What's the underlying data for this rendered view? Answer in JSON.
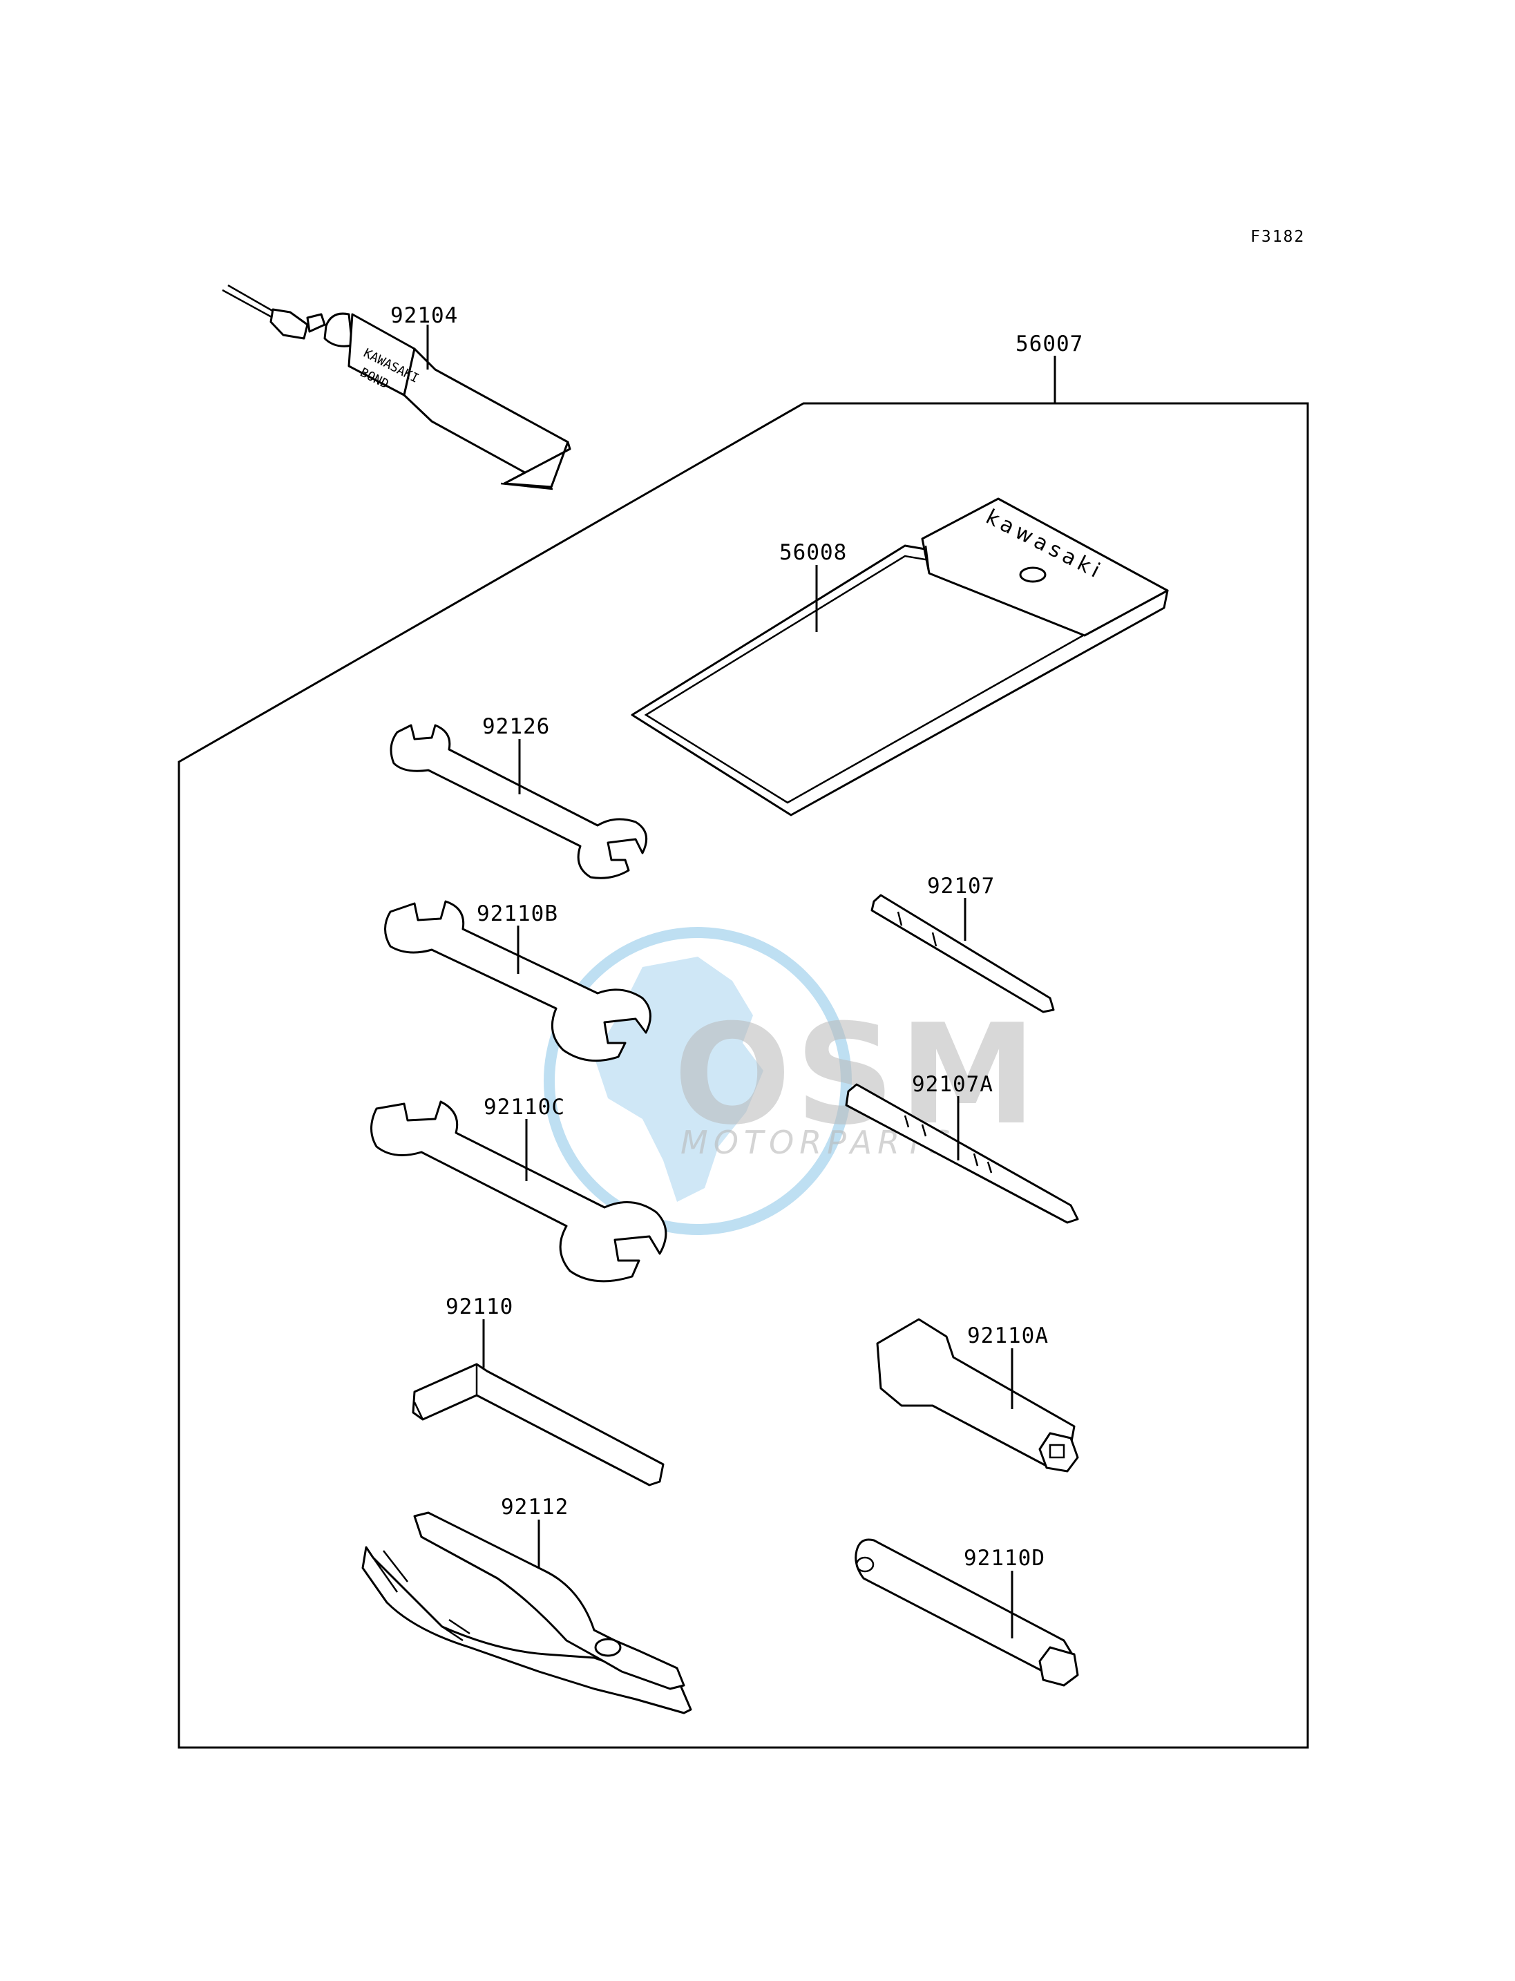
{
  "figure_code": "F3182",
  "parts": [
    {
      "id": "p92104",
      "number": "92104",
      "name": "bond-tube"
    },
    {
      "id": "p56007",
      "number": "56007",
      "name": "tool-kit"
    },
    {
      "id": "p56008",
      "number": "56008",
      "name": "tool-pouch"
    },
    {
      "id": "p92126",
      "number": "92126",
      "name": "open-end-wrench-small"
    },
    {
      "id": "p92110B",
      "number": "92110B",
      "name": "open-end-wrench-medium"
    },
    {
      "id": "p92110C",
      "number": "92110C",
      "name": "open-end-wrench-large"
    },
    {
      "id": "p92110",
      "number": "92110",
      "name": "hex-key"
    },
    {
      "id": "p92112",
      "number": "92112",
      "name": "pliers"
    },
    {
      "id": "p92107",
      "number": "92107",
      "name": "screwdriver-bit"
    },
    {
      "id": "p92107A",
      "number": "92107A",
      "name": "screwdriver-bit-double"
    },
    {
      "id": "p92110A",
      "number": "92110A",
      "name": "box-wrench"
    },
    {
      "id": "p92110D",
      "number": "92110D",
      "name": "plug-wrench"
    }
  ],
  "tube_print": [
    "KAWASAKI",
    "BOND"
  ],
  "pouch_print": "kawasaki",
  "watermark": {
    "brand": "OSM",
    "tagline": "MOTORPARTS",
    "color": "#a8d4ee"
  }
}
